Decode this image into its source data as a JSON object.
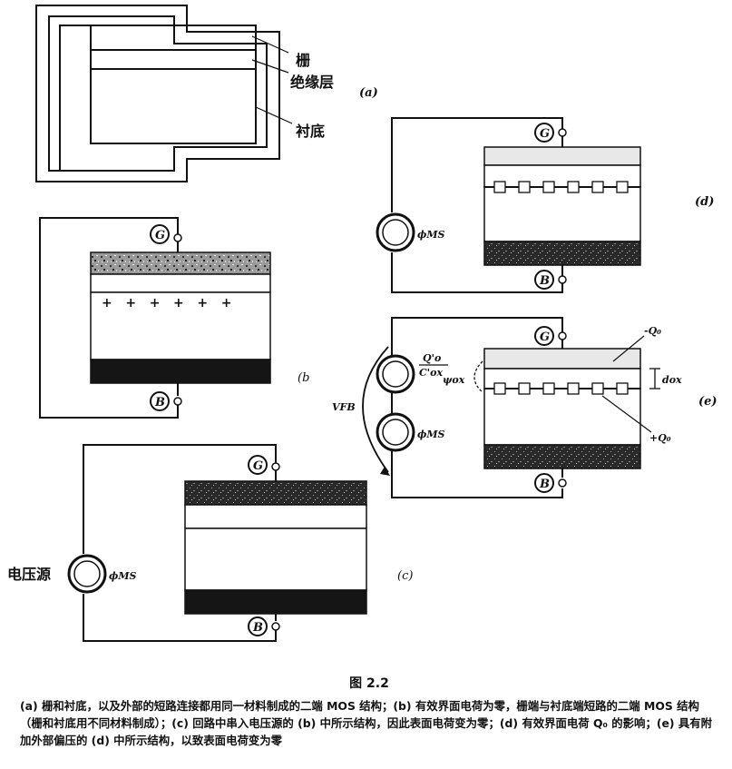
{
  "panel_a": {
    "label_gate": "栅",
    "label_insulator": "绝缘层",
    "label_substrate": "衬底",
    "tag": "(a)"
  },
  "panel_b": {
    "gate_terminal": "G",
    "substrate_terminal": "B",
    "charges": "+   +   +   +   +   +",
    "tag": "(b"
  },
  "panel_c": {
    "gate_terminal": "G",
    "substrate_terminal": "B",
    "source_label": "电压源",
    "phi_label": "ϕMS",
    "tag": "(c)"
  },
  "panel_d": {
    "gate_terminal": "G",
    "substrate_terminal": "B",
    "phi_label": "ϕMS",
    "tag": "(d)"
  },
  "panel_e": {
    "gate_terminal": "G",
    "substrate_terminal": "B",
    "source_top_label_num": "Q'o",
    "source_top_label_den": "C'ox",
    "phi_label": "ϕMS",
    "vfb_label": "VFB",
    "psi_label": "ψox",
    "dox_label": "dox",
    "minus_q_label": "-Q₀",
    "plus_q_label": "+Q₀",
    "tag": "(e)"
  },
  "caption": {
    "figure_number": "图 2.2",
    "text": "(a) 栅和衬底，以及外部的短路连接都用同一材料制成的二端 MOS 结构；(b) 有效界面电荷为零，栅端与衬底端短路的二端 MOS 结构（栅和衬底用不同材料制成）；(c) 回路中串入电压源的 (b) 中所示结构，因此表面电荷变为零；(d) 有效界面电荷 Q₀ 的影响；(e) 具有附加外部偏压的 (d) 中所示结构，以致表面电荷变为零"
  }
}
